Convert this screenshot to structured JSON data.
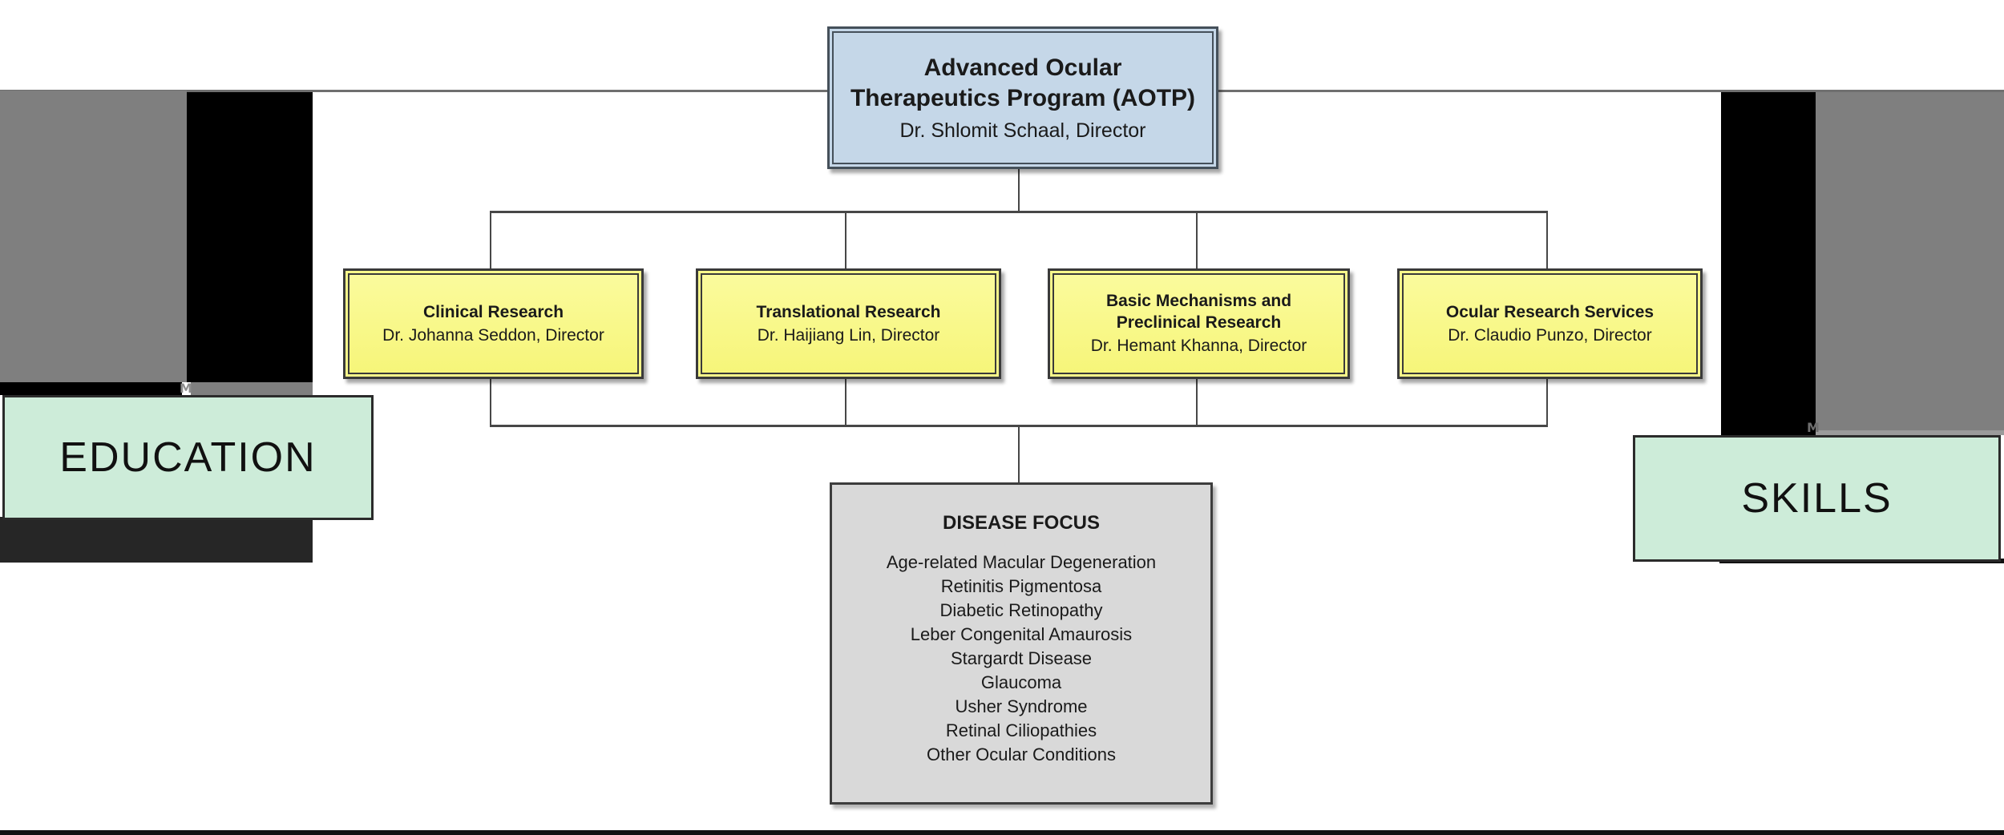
{
  "diagram": {
    "root": {
      "title": "Advanced Ocular\nTherapeutics Program (AOTP)",
      "director": "Dr. Shlomit Schaal, Director"
    },
    "divisions": [
      {
        "name": "Clinical Research",
        "director": "Dr. Johanna Seddon, Director"
      },
      {
        "name": "Translational Research",
        "director": "Dr. Haijiang Lin, Director"
      },
      {
        "name": "Basic Mechanisms and\nPreclinical Research",
        "director": "Dr. Hemant Khanna, Director"
      },
      {
        "name": "Ocular Research Services",
        "director": "Dr. Claudio Punzo, Director"
      }
    ],
    "disease_focus": {
      "title": "DISEASE FOCUS",
      "items": [
        "Age-related Macular Degeneration",
        "Retinitis Pigmentosa",
        "Diabetic Retinopathy",
        "Leber Congenital Amaurosis",
        "Stargardt Disease",
        "Glaucoma",
        "Usher Syndrome",
        "Retinal Ciliopathies",
        "Other Ocular Conditions"
      ]
    }
  },
  "side_labels": {
    "education": "EDUCATION",
    "skills": "SKILLS"
  },
  "artifact_marks": {
    "left": "M",
    "right": "M"
  },
  "colors": {
    "root_fill": "#c5d7e8",
    "division_fill": "#f7f77e",
    "disease_fill": "#d9d9d9",
    "side_label_fill": "#cdecd9",
    "photo_gray": "#7f7f7f",
    "photo_black": "#000000",
    "connector": "#474747",
    "bottom_rule": "#111111"
  }
}
